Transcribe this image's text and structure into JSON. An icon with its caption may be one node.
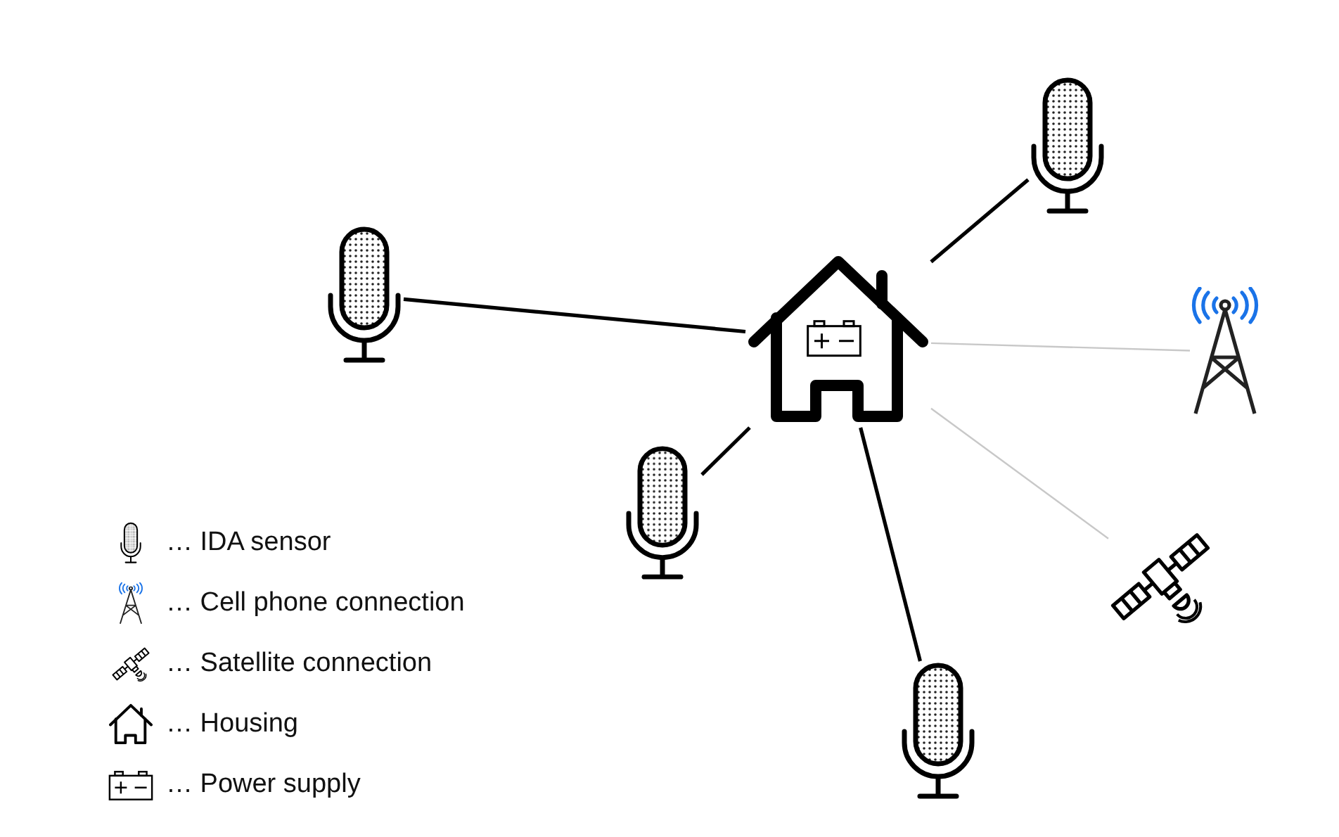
{
  "diagram": {
    "nodes": [
      {
        "text": [],
        "shape": "house"
      },
      {
        "text": [],
        "shape": "microphone"
      },
      {
        "text": [],
        "shape": "microphone"
      },
      {
        "text": [],
        "shape": "microphone"
      },
      {
        "text": [],
        "shape": "microphone"
      },
      {
        "text": [],
        "shape": "antenna"
      },
      {
        "text": [],
        "shape": "satellite"
      }
    ],
    "edges": [
      {
        "from": 0,
        "to": 1,
        "arrow": "none"
      },
      {
        "from": 0,
        "to": 2,
        "arrow": "none"
      },
      {
        "from": 0,
        "to": 3,
        "arrow": "none"
      },
      {
        "from": 0,
        "to": 4,
        "arrow": "none"
      },
      {
        "from": 0,
        "to": 5,
        "arrow": "none",
        "color": "#c8c8c8"
      },
      {
        "from": 0,
        "to": 6,
        "arrow": "none",
        "color": "#c8c8c8"
      }
    ],
    "legend": [
      {
        "text": "… IDA sensor"
      },
      {
        "text": "… Cell phone connection"
      },
      {
        "text": "… Satellite connection"
      },
      {
        "text": "… Housing"
      },
      {
        "text": "… Power supply"
      }
    ]
  }
}
